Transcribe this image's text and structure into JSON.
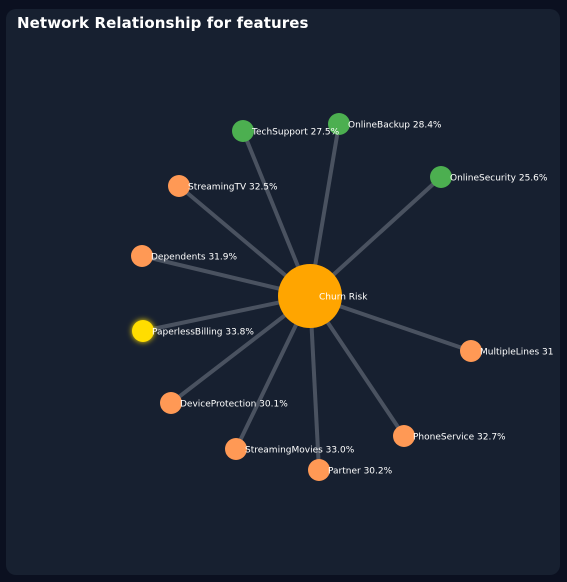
{
  "title": "Network Relationship for features",
  "center": {
    "label": "Churn Risk",
    "color": "#ffa500"
  },
  "colors": {
    "background": "#0b1020",
    "panel": "#172030",
    "edge": "#4a5260",
    "orange": "#ff9955",
    "green": "#4caf50",
    "highlight": "#ffdd00"
  },
  "nodes": [
    {
      "label": "TechSupport 27.5%",
      "feature": "TechSupport",
      "pct": 27.5,
      "group": "green"
    },
    {
      "label": "OnlineBackup 28.4%",
      "feature": "OnlineBackup",
      "pct": 28.4,
      "group": "green"
    },
    {
      "label": "OnlineSecurity 25.6%",
      "feature": "OnlineSecurity",
      "pct": 25.6,
      "group": "green"
    },
    {
      "label": "StreamingTV 32.5%",
      "feature": "StreamingTV",
      "pct": 32.5,
      "group": "orange"
    },
    {
      "label": "Dependents 31.9%",
      "feature": "Dependents",
      "pct": 31.9,
      "group": "orange"
    },
    {
      "label": "PaperlessBilling 33.8%",
      "feature": "PaperlessBilling",
      "pct": 33.8,
      "group": "highlight"
    },
    {
      "label": "MultipleLines 31",
      "feature": "MultipleLines",
      "pct": 31,
      "group": "orange"
    },
    {
      "label": "DeviceProtection 30.1%",
      "feature": "DeviceProtection",
      "pct": 30.1,
      "group": "orange"
    },
    {
      "label": "PhoneService 32.7%",
      "feature": "PhoneService",
      "pct": 32.7,
      "group": "orange"
    },
    {
      "label": "StreamingMovies 33.0%",
      "feature": "StreamingMovies",
      "pct": 33.0,
      "group": "orange"
    },
    {
      "label": "Partner 30.2%",
      "feature": "Partner",
      "pct": 30.2,
      "group": "orange"
    }
  ]
}
